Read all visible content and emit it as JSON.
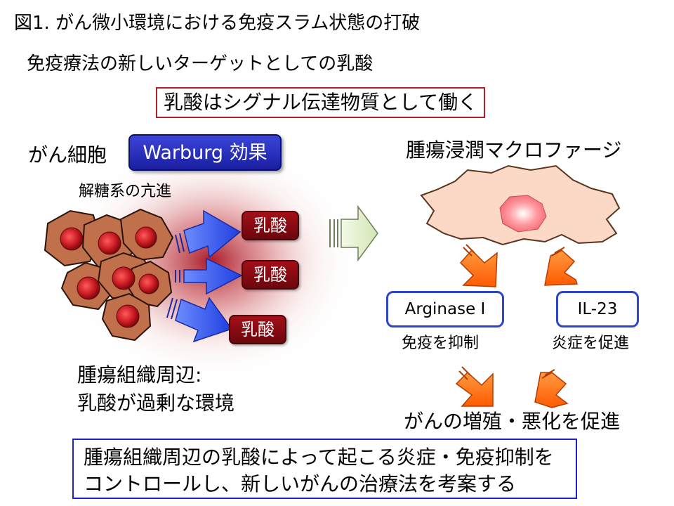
{
  "title": "図1. がん微小環境における免疫スラム状態の打破",
  "subtitle": "免疫療法の新しいターゲットとしての乳酸",
  "signal_box": "乳酸はシグナル伝達物質として働く",
  "cancer_cell_label": "がん細胞",
  "warburg_label": "Warburg 効果",
  "glycolysis_label": "解糖系の亢進",
  "lactate_labels": [
    "乳酸",
    "乳酸",
    "乳酸"
  ],
  "macrophage_label": "腫瘍浸潤マクロファージ",
  "arginase": {
    "name": "Arginase I",
    "effect": "免疫を抑制"
  },
  "il23": {
    "name": "IL-23",
    "effect": "炎症を促進"
  },
  "environment_text": [
    "腫瘍組織周辺:",
    "乳酸が過剰な環境"
  ],
  "outcome_text": "がんの増殖・悪化を促進",
  "conclusion_text": [
    "腫瘍組織周辺の乳酸によって起こる炎症・免疫抑制を",
    "コントロールし、新しいがんの治療法を考案する"
  ],
  "colors": {
    "lactate_box": "#8b0a12",
    "warburg_box": "#2a30c0",
    "blue_arrow": "#2a4de8",
    "orange_arrow": "#ff6a10",
    "cell_fill": "#c0704a",
    "nucleus": "#c0141c",
    "macrophage_fill": "#fbd9c6",
    "red_box_border": "#b0202a",
    "blue_box_border": "#2020c8"
  }
}
